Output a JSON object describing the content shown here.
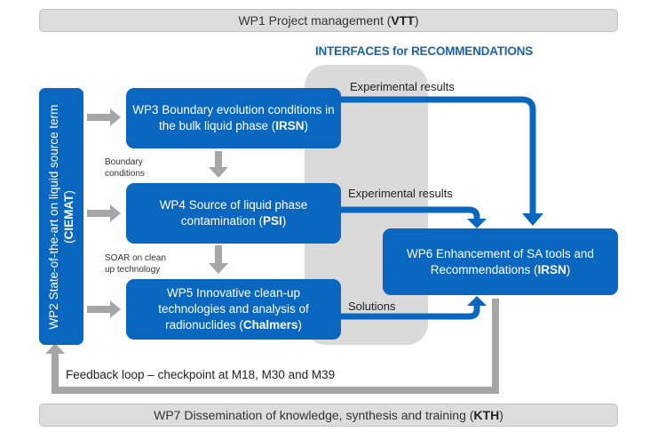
{
  "wp1": {
    "label": "WP1 Project management (",
    "lead": "VTT",
    "close": ")"
  },
  "interfaces_title": "INTERFACES for RECOMMENDATIONS",
  "wp2": {
    "label": "WP2 State-of-the-art on liquid source term (",
    "lead": "CIEMAT",
    "close": ")"
  },
  "wp3": {
    "label": "WP3 Boundary evolution conditions in the bulk liquid phase (",
    "lead": "IRSN",
    "close": ")"
  },
  "wp4": {
    "label": "WP4 Source of liquid phase contamination (",
    "lead": "PSI",
    "close": ")"
  },
  "wp5": {
    "label": "WP5 Innovative clean-up technologies and analysis of radionuclides (",
    "lead": "Chalmers",
    "close": ")"
  },
  "wp6": {
    "label": "WP6 Enhancement of SA tools and Recommendations (",
    "lead": "IRSN",
    "close": ")"
  },
  "wp7": {
    "label": "WP7 Dissemination of knowledge, synthesis and training (",
    "lead": "KTH",
    "close": ")"
  },
  "labels": {
    "boundary_conditions_1": "Boundary",
    "boundary_conditions_2": "conditions",
    "soar_1": "SOAR on clean",
    "soar_2": "up technology",
    "experimental_results_1": "Experimental results",
    "experimental_results_2": "Experimental results",
    "solutions": "Solutions",
    "feedback": "Feedback loop – checkpoint at M18, M30 and M39"
  },
  "colors": {
    "blue": "#0a67c0",
    "grey_arrow": "#a6a6a6",
    "panel": "#dadada",
    "title_blue": "#1b63ad"
  }
}
